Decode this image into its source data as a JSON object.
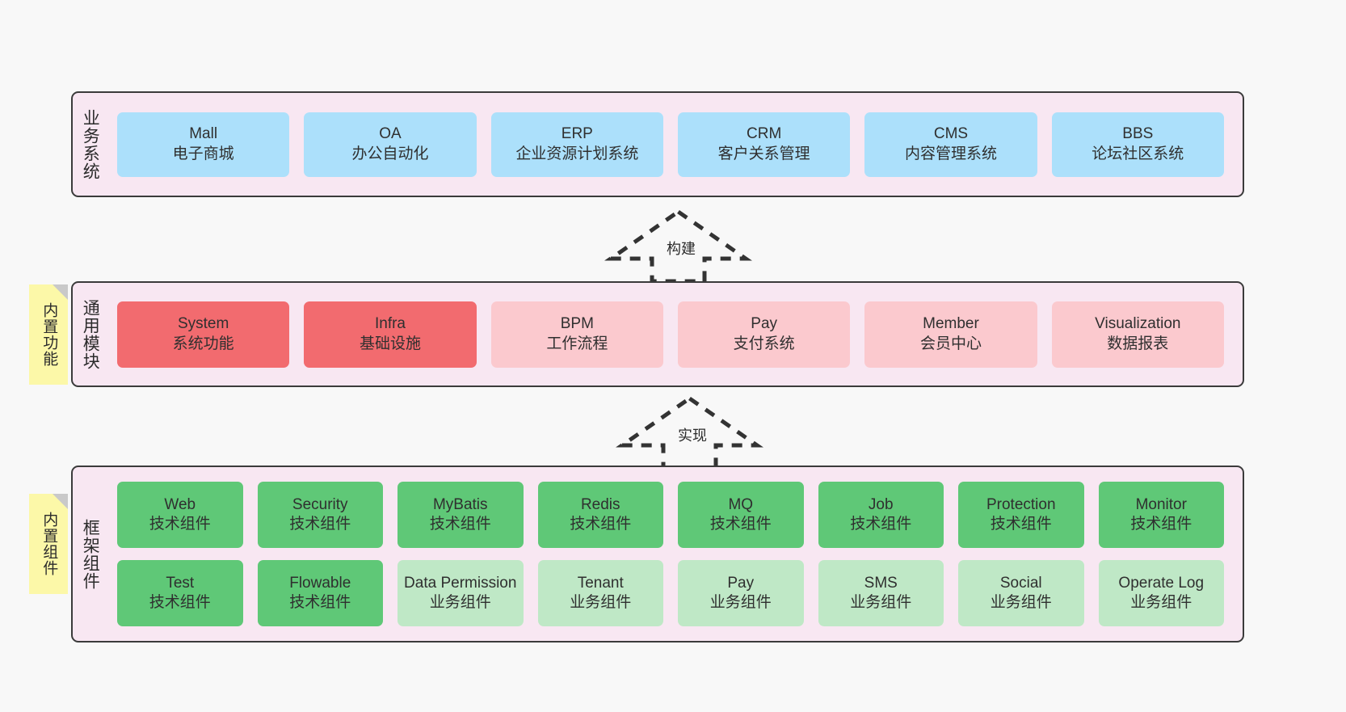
{
  "diagram": {
    "background_color": "#f8f8f8",
    "panel_color": "#f8e7f2",
    "panel_border_color": "#3b3b3b",
    "note_color": "#fcf8a8"
  },
  "layers": {
    "business": {
      "label": "业务系统",
      "card_color": "#ace0fb",
      "cards": [
        {
          "name": "Mall",
          "desc": "电子商城"
        },
        {
          "name": "OA",
          "desc": "办公自动化"
        },
        {
          "name": "ERP",
          "desc": "企业资源计划系统"
        },
        {
          "name": "CRM",
          "desc": "客户关系管理"
        },
        {
          "name": "CMS",
          "desc": "内容管理系统"
        },
        {
          "name": "BBS",
          "desc": "论坛社区系统"
        }
      ]
    },
    "modules": {
      "label": "通用模块",
      "strong_color": "#f26b6f",
      "soft_color": "#fbc9ce",
      "cards": [
        {
          "name": "System",
          "desc": "系统功能",
          "emphasis": "strong"
        },
        {
          "name": "Infra",
          "desc": "基础设施",
          "emphasis": "strong"
        },
        {
          "name": "BPM",
          "desc": "工作流程",
          "emphasis": "soft"
        },
        {
          "name": "Pay",
          "desc": "支付系统",
          "emphasis": "soft"
        },
        {
          "name": "Member",
          "desc": "会员中心",
          "emphasis": "soft"
        },
        {
          "name": "Visualization",
          "desc": "数据报表",
          "emphasis": "soft"
        }
      ]
    },
    "framework": {
      "label": "框架组件",
      "tech_color": "#5fc877",
      "biz_color": "#bfe8c6",
      "row1": [
        {
          "name": "Web",
          "desc": "技术组件",
          "kind": "tech"
        },
        {
          "name": "Security",
          "desc": "技术组件",
          "kind": "tech"
        },
        {
          "name": "MyBatis",
          "desc": "技术组件",
          "kind": "tech"
        },
        {
          "name": "Redis",
          "desc": "技术组件",
          "kind": "tech"
        },
        {
          "name": "MQ",
          "desc": "技术组件",
          "kind": "tech"
        },
        {
          "name": "Job",
          "desc": "技术组件",
          "kind": "tech"
        },
        {
          "name": "Protection",
          "desc": "技术组件",
          "kind": "tech"
        },
        {
          "name": "Monitor",
          "desc": "技术组件",
          "kind": "tech"
        }
      ],
      "row2": [
        {
          "name": "Test",
          "desc": "技术组件",
          "kind": "tech"
        },
        {
          "name": "Flowable",
          "desc": "技术组件",
          "kind": "tech"
        },
        {
          "name": "Data Permission",
          "desc": "业务组件",
          "kind": "biz"
        },
        {
          "name": "Tenant",
          "desc": "业务组件",
          "kind": "biz"
        },
        {
          "name": "Pay",
          "desc": "业务组件",
          "kind": "biz"
        },
        {
          "name": "SMS",
          "desc": "业务组件",
          "kind": "biz"
        },
        {
          "name": "Social",
          "desc": "业务组件",
          "kind": "biz"
        },
        {
          "name": "Operate Log",
          "desc": "业务组件",
          "kind": "biz"
        }
      ]
    }
  },
  "notes": {
    "functions": "内置功能",
    "components": "内置组件"
  },
  "arrows": [
    {
      "label": "构建",
      "direction": "up",
      "style": "dashed-hollow"
    },
    {
      "label": "实现",
      "direction": "up",
      "style": "dashed-hollow"
    }
  ]
}
